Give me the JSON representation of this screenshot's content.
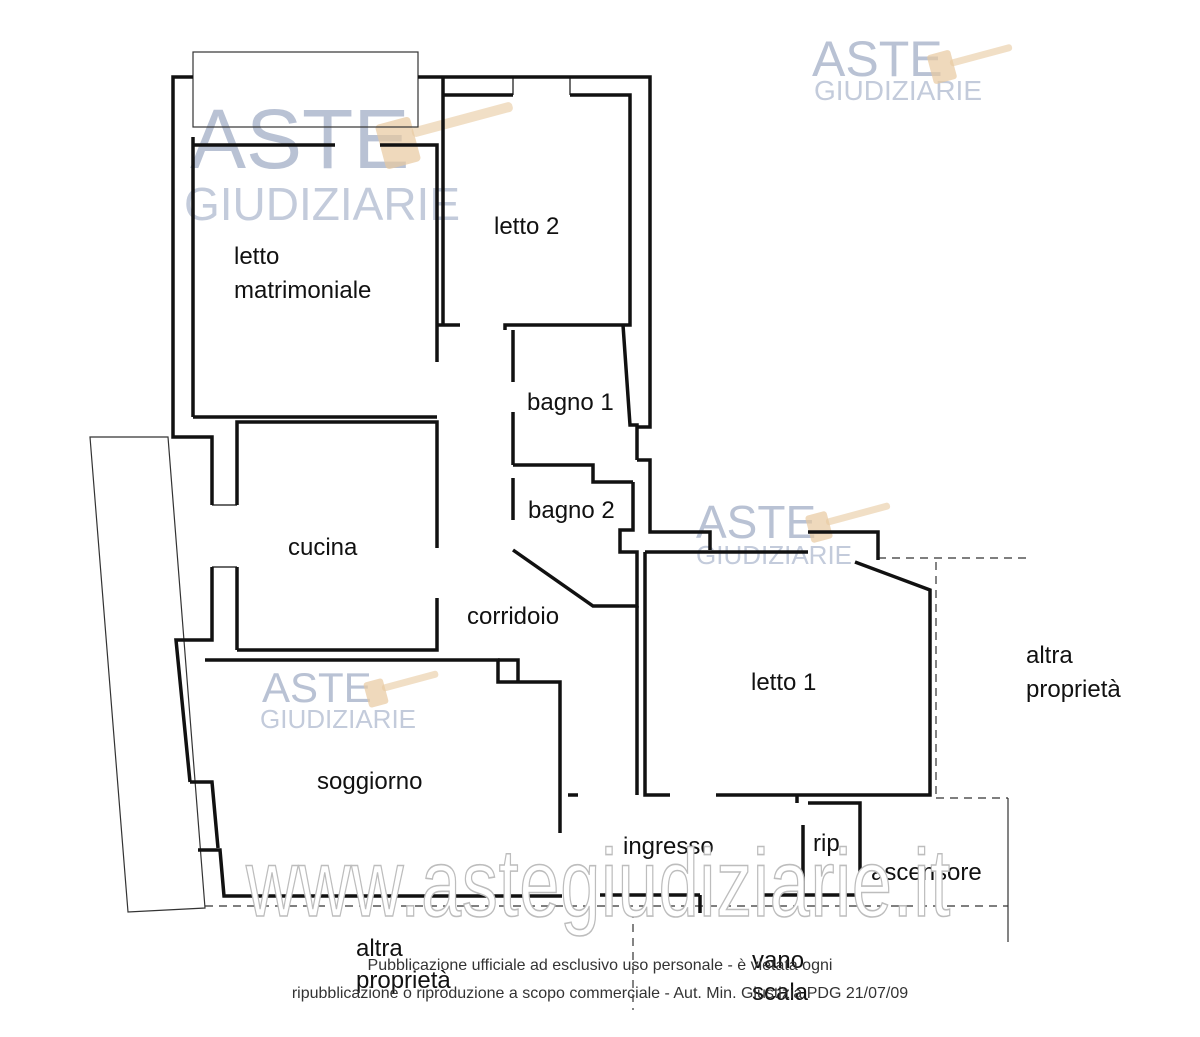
{
  "rooms": {
    "letto_matrimoniale_1": "letto",
    "letto_matrimoniale_2": "matrimoniale",
    "letto2": "letto 2",
    "bagno1": "bagno 1",
    "bagno2": "bagno 2",
    "cucina": "cucina",
    "corridoio": "corridoio",
    "letto1": "letto 1",
    "soggiorno": "soggiorno",
    "ingresso": "ingresso",
    "rip": "rip.",
    "ascensore": "ascensore",
    "altra_proprieta_right_1": "altra",
    "altra_proprieta_right_2": "proprietà",
    "altra_proprieta_bottom_1": "altra",
    "altra_proprieta_bottom_2": "proprietà",
    "vano_scala_1": "vano",
    "vano_scala_2": "scala"
  },
  "watermark": {
    "brand_top": "ASTE",
    "brand_bottom": "GIUDIZIARIE",
    "url": "www.astegiudiziarie.it"
  },
  "footer": {
    "line1": "Pubblicazione ufficiale ad esclusivo uso personale - è vietata ogni",
    "line2": "ripubblicazione o riproduzione a scopo commerciale - Aut. Min. Giustizia PDG 21/07/09"
  },
  "colors": {
    "wall": "#111111",
    "watermark": "#b9c2d4",
    "gavel": "#e8c9a0"
  }
}
